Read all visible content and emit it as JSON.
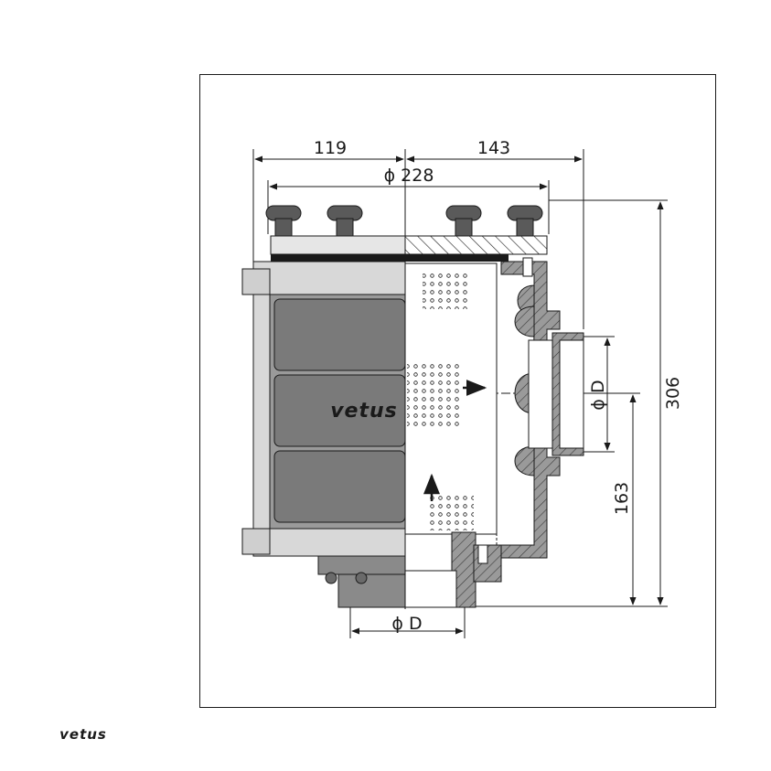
{
  "dimensions": {
    "width_left": "119",
    "width_right": "143",
    "flange_diameter": "ϕ 228",
    "overall_height": "306",
    "outlet_height": "163",
    "side_port": "ϕ D",
    "bottom_port": "ϕ D"
  },
  "brand": {
    "body_logo": "vetus",
    "footer_logo": "vetus"
  },
  "colors": {
    "line": "#1a1a1a",
    "body_gray": "#8a8a8a",
    "panel_gray": "#7a7a7a",
    "light_gray": "#d4d4d4",
    "knob_gray": "#5a5a5a"
  },
  "icons": {
    "flow_arrows": "arrow-icon"
  }
}
